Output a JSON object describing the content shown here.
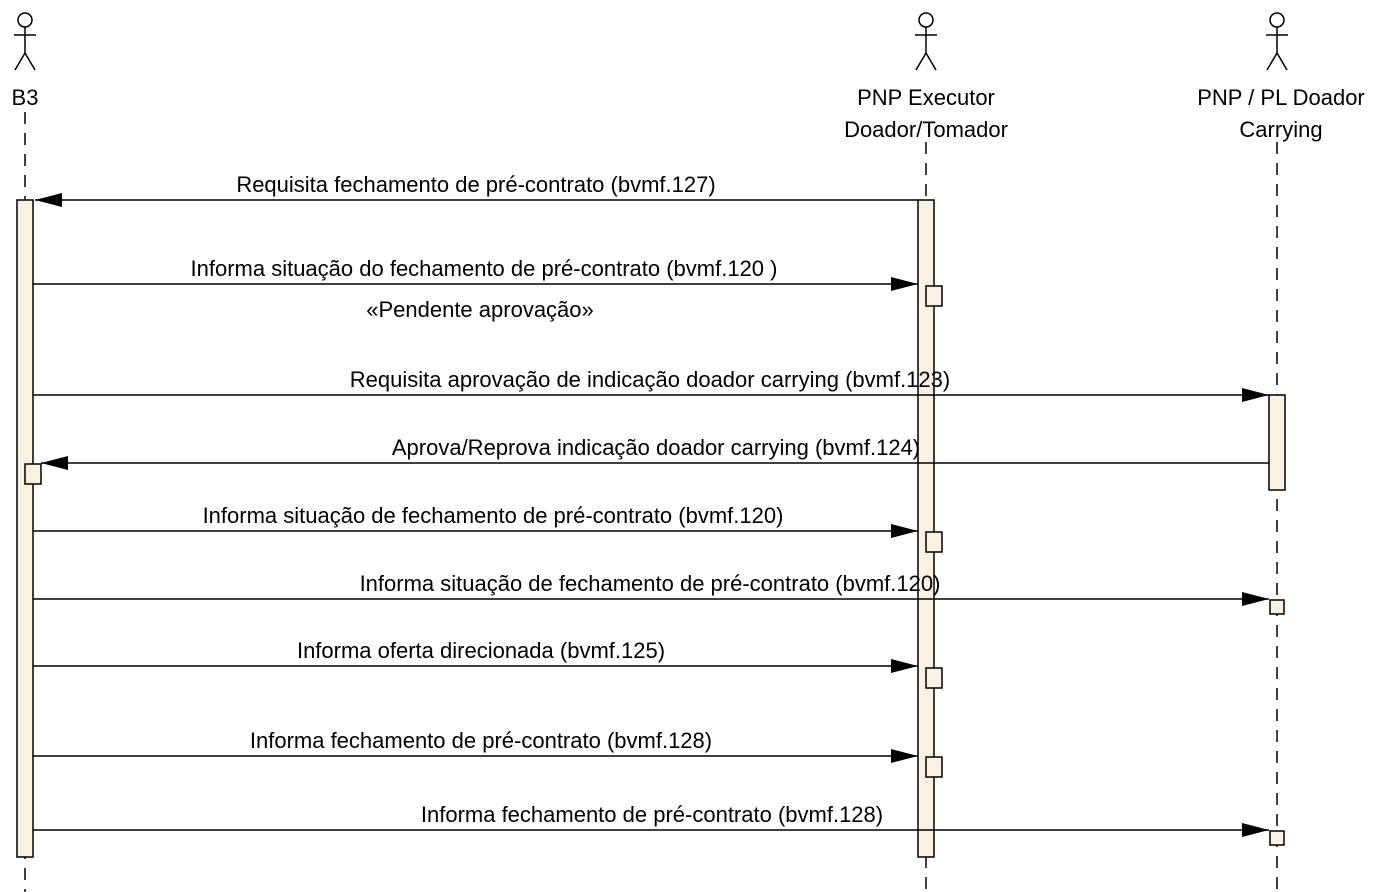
{
  "actors": [
    {
      "id": "b3",
      "name_lines": [
        "B3"
      ]
    },
    {
      "id": "executor",
      "name_lines": [
        "PNP Executor",
        "Doador/Tomador"
      ]
    },
    {
      "id": "carrying",
      "name_lines": [
        "PNP / PL Doador",
        "Carrying"
      ]
    }
  ],
  "messages": [
    {
      "from": "executor",
      "to": "b3",
      "label": "Requisita fechamento de pré-contrato (bvmf.127)"
    },
    {
      "from": "b3",
      "to": "executor",
      "label": "Informa situação do fechamento de pré-contrato (bvmf.120 )",
      "note": "«Pendente aprovação»"
    },
    {
      "from": "b3",
      "to": "carrying",
      "label": "Requisita aprovação de indicação doador carrying (bvmf.123)"
    },
    {
      "from": "carrying",
      "to": "b3",
      "label": "Aprova/Reprova indicação doador carrying (bvmf.124)"
    },
    {
      "from": "b3",
      "to": "executor",
      "label": "Informa situação de fechamento de pré-contrato (bvmf.120)"
    },
    {
      "from": "b3",
      "to": "carrying",
      "label": "Informa situação de fechamento de pré-contrato (bvmf.120)"
    },
    {
      "from": "b3",
      "to": "executor",
      "label": "Informa oferta direcionada (bvmf.125)"
    },
    {
      "from": "b3",
      "to": "executor",
      "label": "Informa fechamento de pré-contrato (bvmf.128)"
    },
    {
      "from": "b3",
      "to": "carrying",
      "label": "Informa fechamento de pré-contrato (bvmf.128)"
    }
  ]
}
